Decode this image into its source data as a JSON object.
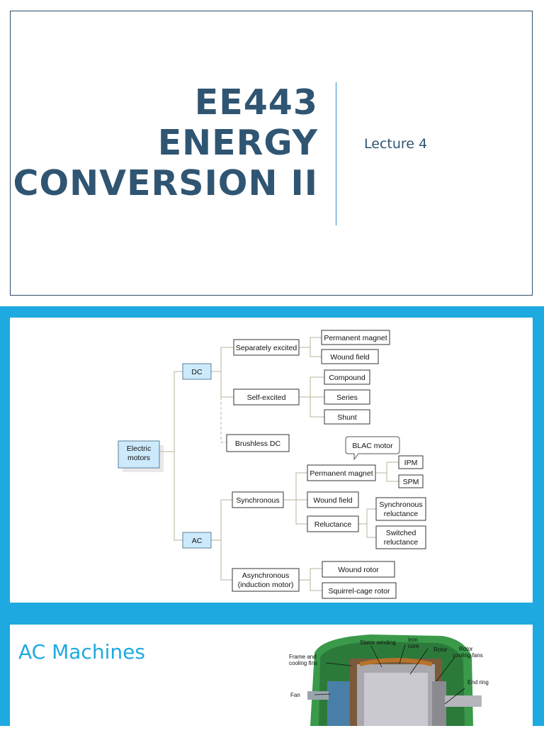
{
  "slide1": {
    "title_line1": "EE443",
    "title_line2": "ENERGY",
    "title_line3": "CONVERSION II",
    "subtitle": "Lecture 4"
  },
  "slide2": {
    "nodes": {
      "electric_motors_1": "Electric",
      "electric_motors_2": "motors",
      "dc": "DC",
      "ac": "AC",
      "separately_excited": "Separately excited",
      "self_excited": "Self-excited",
      "brushless_dc": "Brushless DC",
      "synchronous": "Synchronous",
      "asynchronous_1": "Asynchronous",
      "asynchronous_2": "(induction motor)",
      "permanent_magnet_dc": "Permanent magnet",
      "wound_field_dc": "Wound field",
      "compound": "Compound",
      "series": "Series",
      "shunt": "Shunt",
      "blac_motor": "BLAC motor",
      "permanent_magnet_ac": "Permanent magnet",
      "ipm": "IPM",
      "spm": "SPM",
      "wound_field_ac": "Wound field",
      "reluctance": "Reluctance",
      "sync_reluctance_1": "Synchronous",
      "sync_reluctance_2": "reluctance",
      "switched_reluctance_1": "Switched",
      "switched_reluctance_2": "reluctance",
      "wound_rotor": "Wound rotor",
      "squirrel_cage": "Squirrel-cage rotor"
    }
  },
  "slide3": {
    "title": "AC Machines",
    "figure_labels": {
      "stator_winding": "Stator winding",
      "iron_core_1": "Iron",
      "iron_core_2": "core",
      "rotor": "Rotor",
      "rotor_fans_1": "Rotor",
      "rotor_fans_2": "cooling fans",
      "frame_1": "Frame and",
      "frame_2": "cooling fins",
      "fan": "Fan",
      "end_ring": "End ring"
    }
  },
  "colors": {
    "title": "#2f5572",
    "accent": "#1ea9e0",
    "divider": "#2f8fc6"
  }
}
